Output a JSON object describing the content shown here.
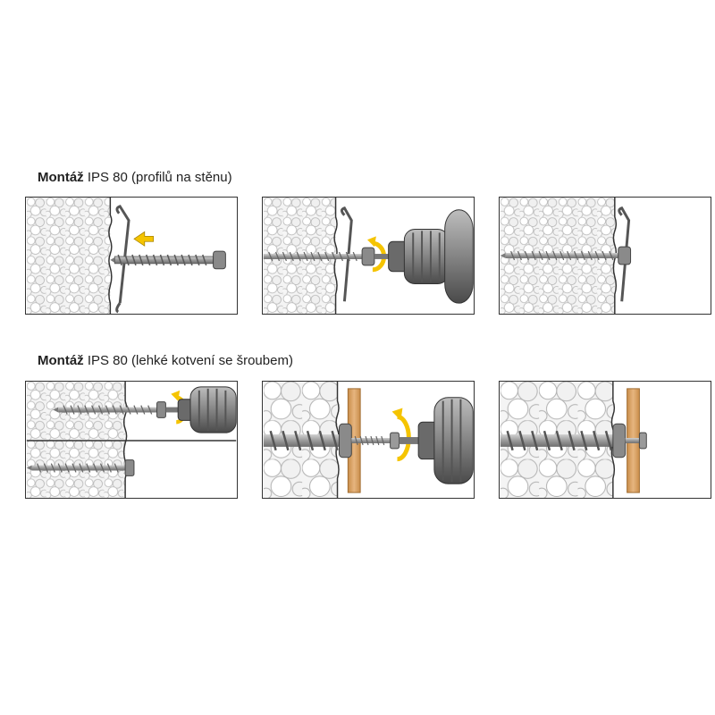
{
  "section_1": {
    "title_bold": "Montáž",
    "title_rest": " IPS 80 (profilů na stěnu)"
  },
  "section_2": {
    "title_bold": "Montáž",
    "title_rest": " IPS 80 (lehké kotvení se šroubem)"
  },
  "colors": {
    "insulation_bg": "#f2f2f2",
    "bead_stroke": "#b5b5b5",
    "outline": "#333333",
    "screw_grey": "#9a9a9a",
    "arrow_yellow": "#f5c400",
    "wood_batten": "#e0b07a",
    "drill_dark": "#555555"
  },
  "icons": {
    "push_direction": "arrow-left-icon",
    "rotation": "rotate-arrow-icon",
    "tool": "drill-icon"
  }
}
